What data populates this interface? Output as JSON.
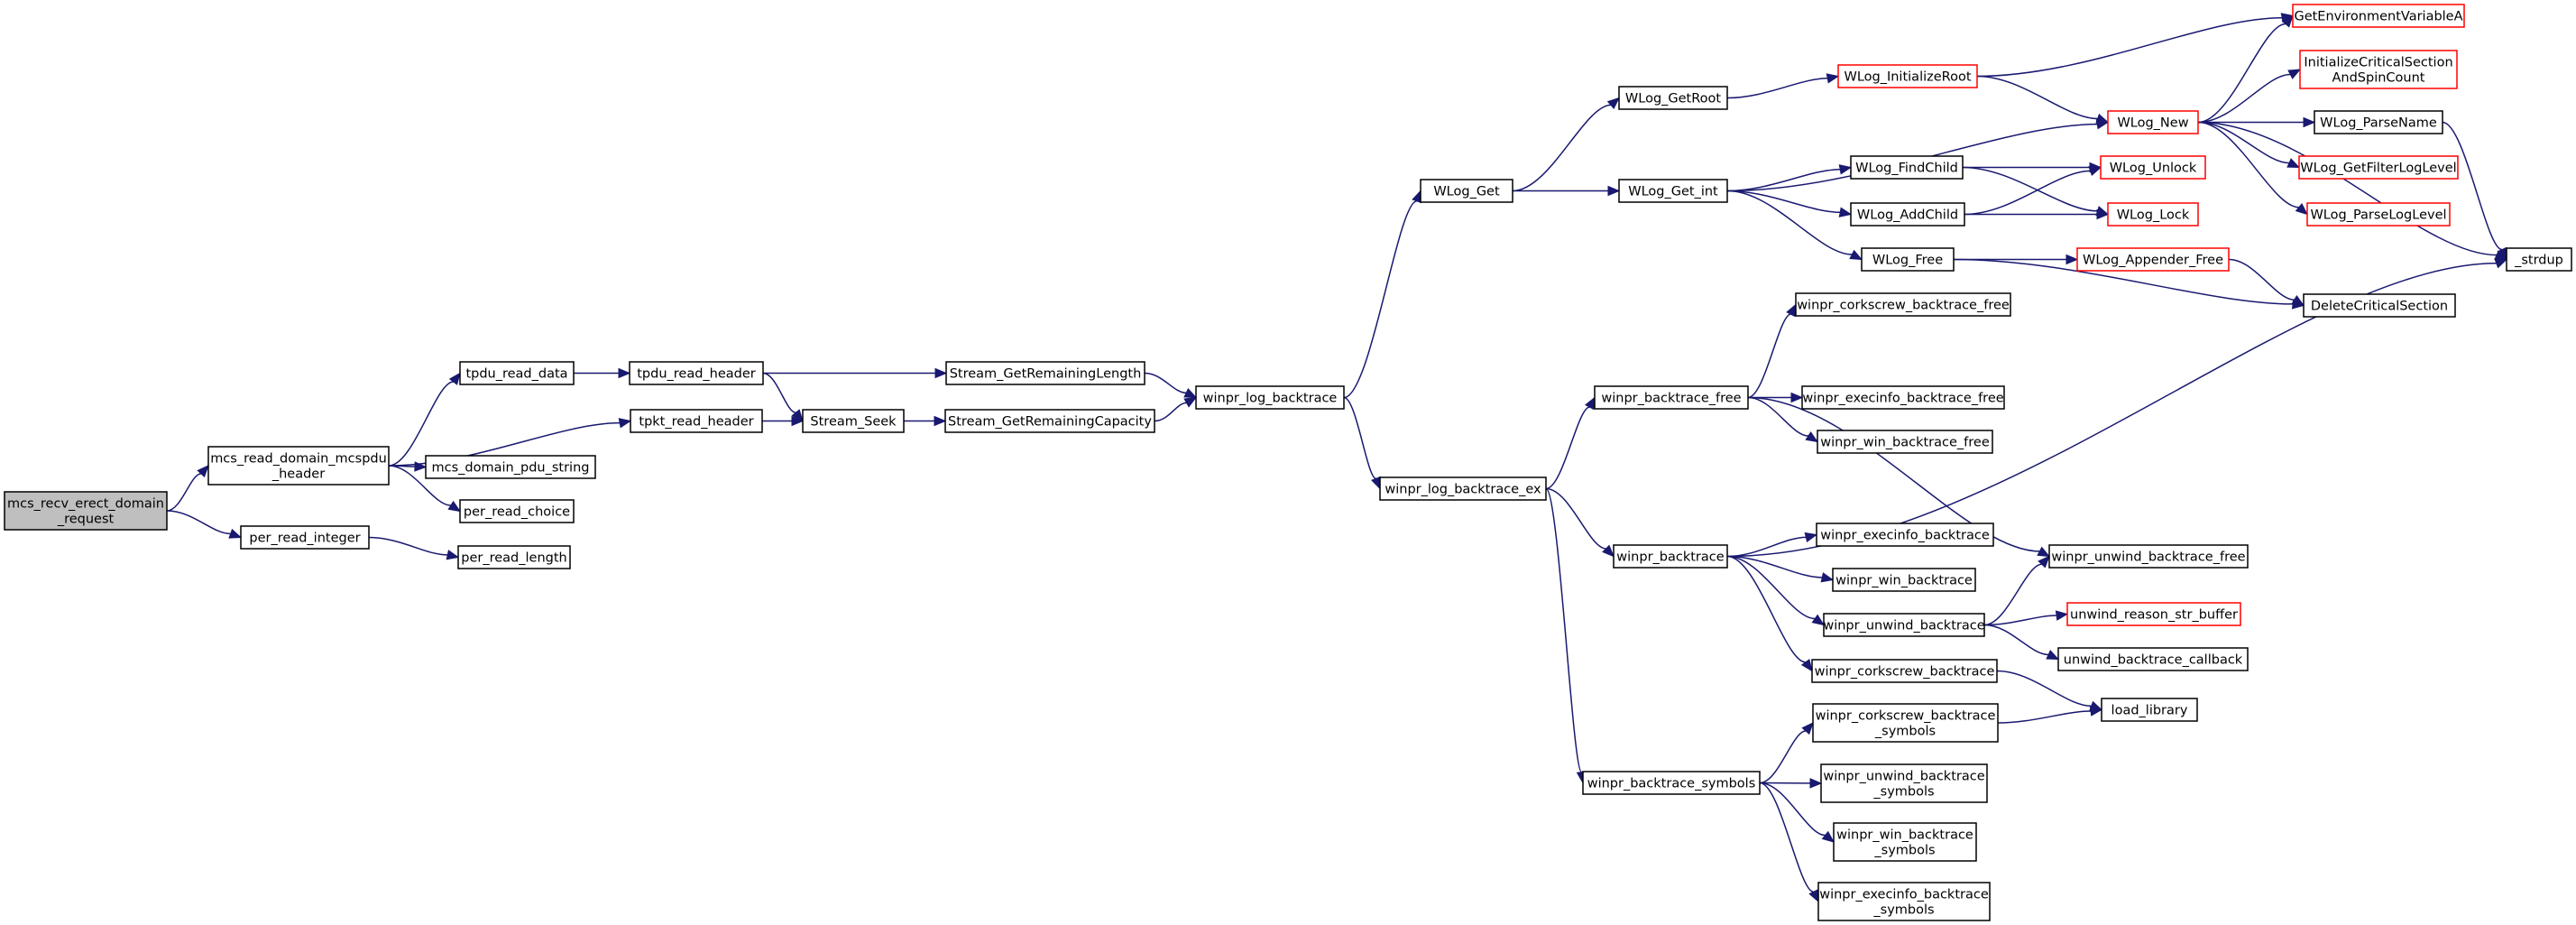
{
  "nodes": [
    {
      "id": "n0",
      "lines": [
        "mcs_recv_erect_domain",
        "_request"
      ],
      "root": true
    },
    {
      "id": "n1",
      "lines": [
        "mcs_read_domain_mcspdu",
        "_header"
      ]
    },
    {
      "id": "n2",
      "lines": [
        "per_read_integer"
      ]
    },
    {
      "id": "n3",
      "lines": [
        "tpdu_read_data"
      ]
    },
    {
      "id": "n4",
      "lines": [
        "tpkt_read_header"
      ]
    },
    {
      "id": "n5",
      "lines": [
        "mcs_domain_pdu_string"
      ]
    },
    {
      "id": "n6",
      "lines": [
        "per_read_choice"
      ]
    },
    {
      "id": "n7",
      "lines": [
        "per_read_length"
      ]
    },
    {
      "id": "n8",
      "lines": [
        "tpdu_read_header"
      ]
    },
    {
      "id": "n9",
      "lines": [
        "Stream_Seek"
      ]
    },
    {
      "id": "n10",
      "lines": [
        "Stream_GetRemainingLength"
      ]
    },
    {
      "id": "n11",
      "lines": [
        "Stream_GetRemainingCapacity"
      ]
    },
    {
      "id": "n12",
      "lines": [
        "winpr_log_backtrace"
      ]
    },
    {
      "id": "n13",
      "lines": [
        "WLog_Get"
      ]
    },
    {
      "id": "n14",
      "lines": [
        "winpr_log_backtrace_ex"
      ]
    },
    {
      "id": "n15",
      "lines": [
        "WLog_GetRoot"
      ]
    },
    {
      "id": "n16",
      "lines": [
        "WLog_Get_int"
      ]
    },
    {
      "id": "n17",
      "lines": [
        "winpr_backtrace_free"
      ]
    },
    {
      "id": "n18",
      "lines": [
        "winpr_backtrace"
      ]
    },
    {
      "id": "n19",
      "lines": [
        "winpr_backtrace_symbols"
      ]
    },
    {
      "id": "n20",
      "lines": [
        "WLog_InitializeRoot"
      ],
      "truncated": true
    },
    {
      "id": "n21",
      "lines": [
        "WLog_FindChild"
      ]
    },
    {
      "id": "n22",
      "lines": [
        "WLog_AddChild"
      ]
    },
    {
      "id": "n23",
      "lines": [
        "WLog_Free"
      ]
    },
    {
      "id": "n24",
      "lines": [
        "winpr_corkscrew_backtrace_free"
      ]
    },
    {
      "id": "n25",
      "lines": [
        "winpr_execinfo_backtrace_free"
      ]
    },
    {
      "id": "n26",
      "lines": [
        "winpr_win_backtrace_free"
      ]
    },
    {
      "id": "n27",
      "lines": [
        "winpr_execinfo_backtrace"
      ]
    },
    {
      "id": "n28",
      "lines": [
        "winpr_win_backtrace"
      ]
    },
    {
      "id": "n29",
      "lines": [
        "winpr_unwind_backtrace"
      ]
    },
    {
      "id": "n30",
      "lines": [
        "winpr_corkscrew_backtrace"
      ]
    },
    {
      "id": "n31",
      "lines": [
        "winpr_corkscrew_backtrace",
        "_symbols"
      ]
    },
    {
      "id": "n32",
      "lines": [
        "winpr_unwind_backtrace",
        "_symbols"
      ]
    },
    {
      "id": "n33",
      "lines": [
        "winpr_win_backtrace",
        "_symbols"
      ]
    },
    {
      "id": "n34",
      "lines": [
        "winpr_execinfo_backtrace",
        "_symbols"
      ]
    },
    {
      "id": "n35",
      "lines": [
        "WLog_New"
      ],
      "truncated": true
    },
    {
      "id": "n36",
      "lines": [
        "WLog_Unlock"
      ],
      "truncated": true
    },
    {
      "id": "n37",
      "lines": [
        "WLog_Lock"
      ],
      "truncated": true
    },
    {
      "id": "n38",
      "lines": [
        "WLog_Appender_Free"
      ],
      "truncated": true
    },
    {
      "id": "n39",
      "lines": [
        "winpr_unwind_backtrace_free"
      ]
    },
    {
      "id": "n40",
      "lines": [
        "unwind_reason_str_buffer"
      ],
      "truncated": true
    },
    {
      "id": "n41",
      "lines": [
        "unwind_backtrace_callback"
      ]
    },
    {
      "id": "n42",
      "lines": [
        "load_library"
      ]
    },
    {
      "id": "n43",
      "lines": [
        "GetEnvironmentVariableA"
      ],
      "truncated": true
    },
    {
      "id": "n44",
      "lines": [
        "InitializeCriticalSection",
        "AndSpinCount"
      ],
      "truncated": true
    },
    {
      "id": "n45",
      "lines": [
        "WLog_ParseName"
      ]
    },
    {
      "id": "n46",
      "lines": [
        "WLog_GetFilterLogLevel"
      ],
      "truncated": true
    },
    {
      "id": "n47",
      "lines": [
        "WLog_ParseLogLevel"
      ],
      "truncated": true
    },
    {
      "id": "n48",
      "lines": [
        "_strdup"
      ]
    },
    {
      "id": "n49",
      "lines": [
        "DeleteCriticalSection"
      ]
    }
  ],
  "edges": [
    {
      "from": "n0",
      "to": "n1"
    },
    {
      "from": "n0",
      "to": "n2"
    },
    {
      "from": "n1",
      "to": "n3"
    },
    {
      "from": "n1",
      "to": "n4"
    },
    {
      "from": "n1",
      "to": "n5"
    },
    {
      "from": "n1",
      "to": "n6"
    },
    {
      "from": "n2",
      "to": "n7"
    },
    {
      "from": "n3",
      "to": "n8"
    },
    {
      "from": "n4",
      "to": "n9"
    },
    {
      "from": "n8",
      "to": "n9"
    },
    {
      "from": "n8",
      "to": "n10"
    },
    {
      "from": "n9",
      "to": "n11"
    },
    {
      "from": "n10",
      "to": "n12"
    },
    {
      "from": "n11",
      "to": "n12"
    },
    {
      "from": "n12",
      "to": "n13"
    },
    {
      "from": "n12",
      "to": "n14"
    },
    {
      "from": "n13",
      "to": "n15"
    },
    {
      "from": "n13",
      "to": "n16"
    },
    {
      "from": "n14",
      "to": "n17"
    },
    {
      "from": "n14",
      "to": "n18"
    },
    {
      "from": "n14",
      "to": "n19"
    },
    {
      "from": "n15",
      "to": "n20"
    },
    {
      "from": "n16",
      "to": "n35"
    },
    {
      "from": "n16",
      "to": "n21"
    },
    {
      "from": "n16",
      "to": "n22"
    },
    {
      "from": "n16",
      "to": "n23"
    },
    {
      "from": "n17",
      "to": "n24"
    },
    {
      "from": "n17",
      "to": "n39"
    },
    {
      "from": "n17",
      "to": "n25"
    },
    {
      "from": "n17",
      "to": "n26"
    },
    {
      "from": "n18",
      "to": "n48"
    },
    {
      "from": "n18",
      "to": "n27"
    },
    {
      "from": "n18",
      "to": "n28"
    },
    {
      "from": "n18",
      "to": "n29"
    },
    {
      "from": "n18",
      "to": "n30"
    },
    {
      "from": "n19",
      "to": "n31"
    },
    {
      "from": "n19",
      "to": "n32"
    },
    {
      "from": "n19",
      "to": "n33"
    },
    {
      "from": "n19",
      "to": "n34"
    },
    {
      "from": "n20",
      "to": "n43"
    },
    {
      "from": "n20",
      "to": "n35"
    },
    {
      "from": "n21",
      "to": "n36"
    },
    {
      "from": "n21",
      "to": "n37"
    },
    {
      "from": "n22",
      "to": "n36"
    },
    {
      "from": "n22",
      "to": "n37"
    },
    {
      "from": "n23",
      "to": "n38"
    },
    {
      "from": "n23",
      "to": "n49"
    },
    {
      "from": "n29",
      "to": "n39"
    },
    {
      "from": "n29",
      "to": "n40"
    },
    {
      "from": "n29",
      "to": "n41"
    },
    {
      "from": "n30",
      "to": "n42"
    },
    {
      "from": "n31",
      "to": "n42"
    },
    {
      "from": "n35",
      "to": "n43"
    },
    {
      "from": "n35",
      "to": "n44"
    },
    {
      "from": "n35",
      "to": "n45"
    },
    {
      "from": "n35",
      "to": "n46"
    },
    {
      "from": "n35",
      "to": "n47"
    },
    {
      "from": "n35",
      "to": "n48"
    },
    {
      "from": "n38",
      "to": "n49"
    },
    {
      "from": "n45",
      "to": "n48"
    }
  ]
}
